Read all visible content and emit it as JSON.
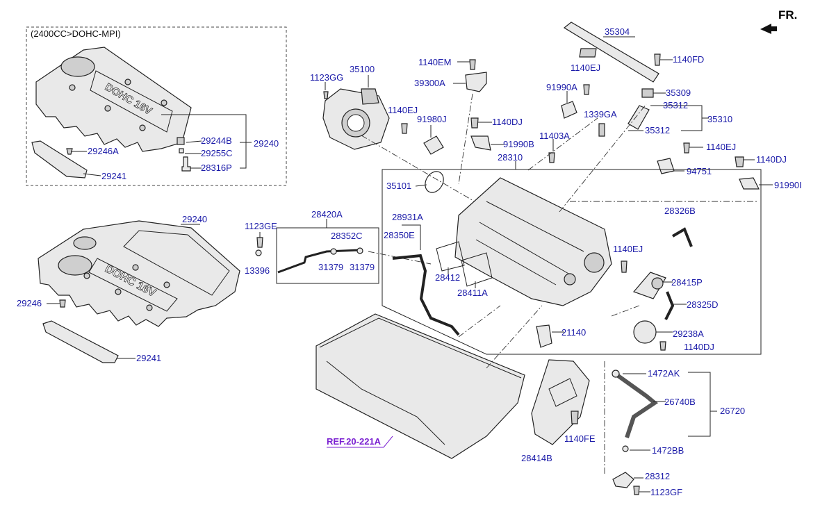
{
  "header": {
    "direction_label": "FR."
  },
  "inset": {
    "title": "(2400CC>DOHC-MPI)"
  },
  "reference": {
    "label": "REF.20-221A"
  },
  "cover_text": "DOHC 16V",
  "parts": {
    "p29240_top": "29240",
    "p29244B": "29244B",
    "p29255C": "29255C",
    "p28316P": "28316P",
    "p29246A": "29246A",
    "p29241_top": "29241",
    "p29240_bottom": "29240",
    "p29246": "29246",
    "p29241_bottom": "29241",
    "p1123GG": "1123GG",
    "p35100": "35100",
    "p1140EM": "1140EM",
    "p39300A": "39300A",
    "p1140EJ_a": "1140EJ",
    "p91980J": "91980J",
    "p1140DJ_a": "1140DJ",
    "p91990B": "91990B",
    "p1140EJ_b": "1140EJ",
    "p91990A": "91990A",
    "p1339GA": "1339GA",
    "p11403A": "11403A",
    "p35304": "35304",
    "p1140FD": "1140FD",
    "p35309": "35309",
    "p35312_a": "35312",
    "p35310": "35310",
    "p35312_b": "35312",
    "p1140EJ_c": "1140EJ",
    "p1140DJ_b": "1140DJ",
    "p94751": "94751",
    "p91990I": "91990I",
    "p28310": "28310",
    "p35101": "35101",
    "p28420A": "28420A",
    "p1123GE": "1123GE",
    "p28352C": "28352C",
    "p13396": "13396",
    "p31379_a": "31379",
    "p31379_b": "31379",
    "p28931A": "28931A",
    "p28350E": "28350E",
    "p28412": "28412",
    "p28411A": "28411A",
    "p28326B": "28326B",
    "p1140EJ_d": "1140EJ",
    "p28415P": "28415P",
    "p28325D": "28325D",
    "p29238A": "29238A",
    "p1140DJ_c": "1140DJ",
    "p21140": "21140",
    "p1472AK": "1472AK",
    "p26740B": "26740B",
    "p26720": "26720",
    "p1472BB": "1472BB",
    "p28312": "28312",
    "p1123GF": "1123GF",
    "p1140FE": "1140FE",
    "p28414B": "28414B"
  },
  "colors": {
    "label": "#1a1aa8",
    "reference": "#7a1fd1",
    "line": "#222222",
    "part_fill": "#e9e9e9"
  }
}
